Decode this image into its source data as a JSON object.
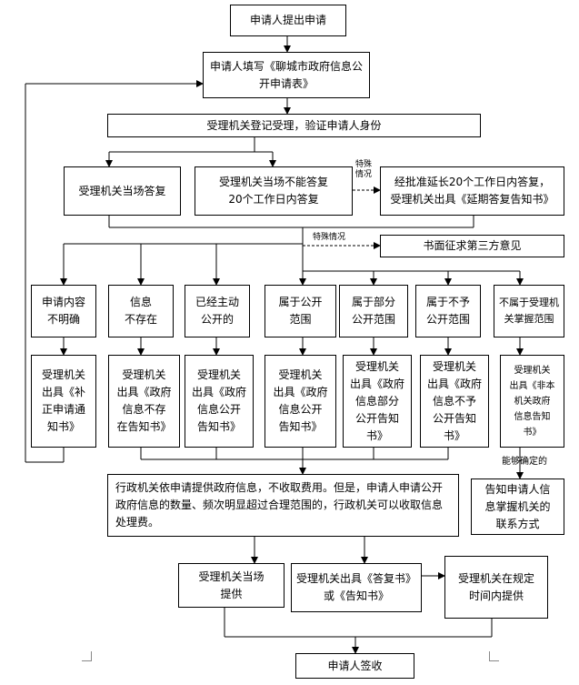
{
  "nodes": {
    "apply": "申请人提出申请",
    "fill_form": "申请人填写《聊城市政府信息公\n开申请表》",
    "register": "受理机关登记受理，验证申请人身份",
    "reply_now": "受理机关当场答复",
    "reply_20": "受理机关当场不能答复\n20个工作日内答复",
    "extend": "经批准延长20个工作日内答复，\n受理机关出具《延期答复告知书》",
    "third_party": "书面征求第三方意见",
    "cat_unclear": "申请内容\n不明确",
    "cat_not_exist": "信息\n不存在",
    "cat_published": "已经主动\n公开的",
    "cat_public": "属于公开\n范围",
    "cat_partial": "属于部分\n公开范围",
    "cat_not_public": "属于不予\n公开范围",
    "cat_out_scope": "不属于受理机\n关掌握范围",
    "out_unclear": "受理机关\n出具《补\n正申请通\n知书》",
    "out_not_exist": "受理机关\n出具《政府\n信息不存\n在告知书》",
    "out_published": "受理机关\n出具《政府\n信息公开\n告知书》",
    "out_public": "受理机关\n出具《政府\n信息公开\n告知书》",
    "out_partial": "受理机关\n出具《政府\n信息部分\n公开告知\n书》",
    "out_not_public": "受理机关\n出具《政府\n信息不予\n公开告知\n书》",
    "out_out_scope": "受理机关\n出具《非本\n机关政府\n信息告知\n书》",
    "fee_note": "行政机关依申请提供政府信息，不收取费用。但是，申请人申请公开政府信息的数量、频次明显超过合理范围的，行政机关可以收取信息处理费。",
    "inform_contact": "告知申请人信\n息掌握机关的\n联系方式",
    "provide_now": "受理机关当场\n提供",
    "issue_reply": "受理机关出具《答复书》\n或《告知书》",
    "provide_later": "受理机关在规定\n时间内提供",
    "sign": "申请人签收"
  },
  "labels": {
    "special_1": "特殊\n情况",
    "special_2": "特殊情况",
    "can_determine": "能够确定的"
  }
}
